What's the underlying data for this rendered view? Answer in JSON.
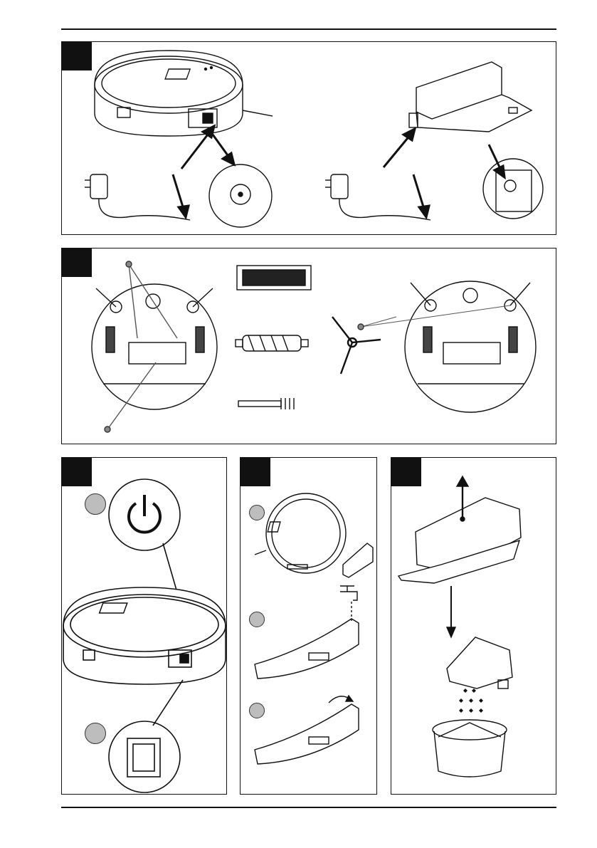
{
  "document": {
    "panels": [
      {
        "id": "charging",
        "figures": [
          "robot-vacuum",
          "power-adapter",
          "dc-socket-closeup",
          "charging-dock",
          "power-adapter",
          "dock-socket-closeup"
        ]
      },
      {
        "id": "parts",
        "figures": [
          "robot-underside",
          "filter",
          "main-brush",
          "cleaning-tool",
          "side-brush",
          "robot-underside-with-side-brushes"
        ]
      },
      {
        "id": "power-on",
        "figures": [
          "power-button-closeup",
          "robot-vacuum",
          "power-switch-closeup"
        ]
      },
      {
        "id": "water-tank",
        "figures": [
          "robot-top-view",
          "water-tank",
          "filling-water-tank",
          "closing-water-tank"
        ]
      },
      {
        "id": "dustbin",
        "figures": [
          "dustbin-removal",
          "emptying-dustbin",
          "trash-bin"
        ]
      }
    ]
  },
  "colors": {
    "ink": "#111111",
    "marker": "#bdbdbd",
    "tag": "#111111"
  }
}
